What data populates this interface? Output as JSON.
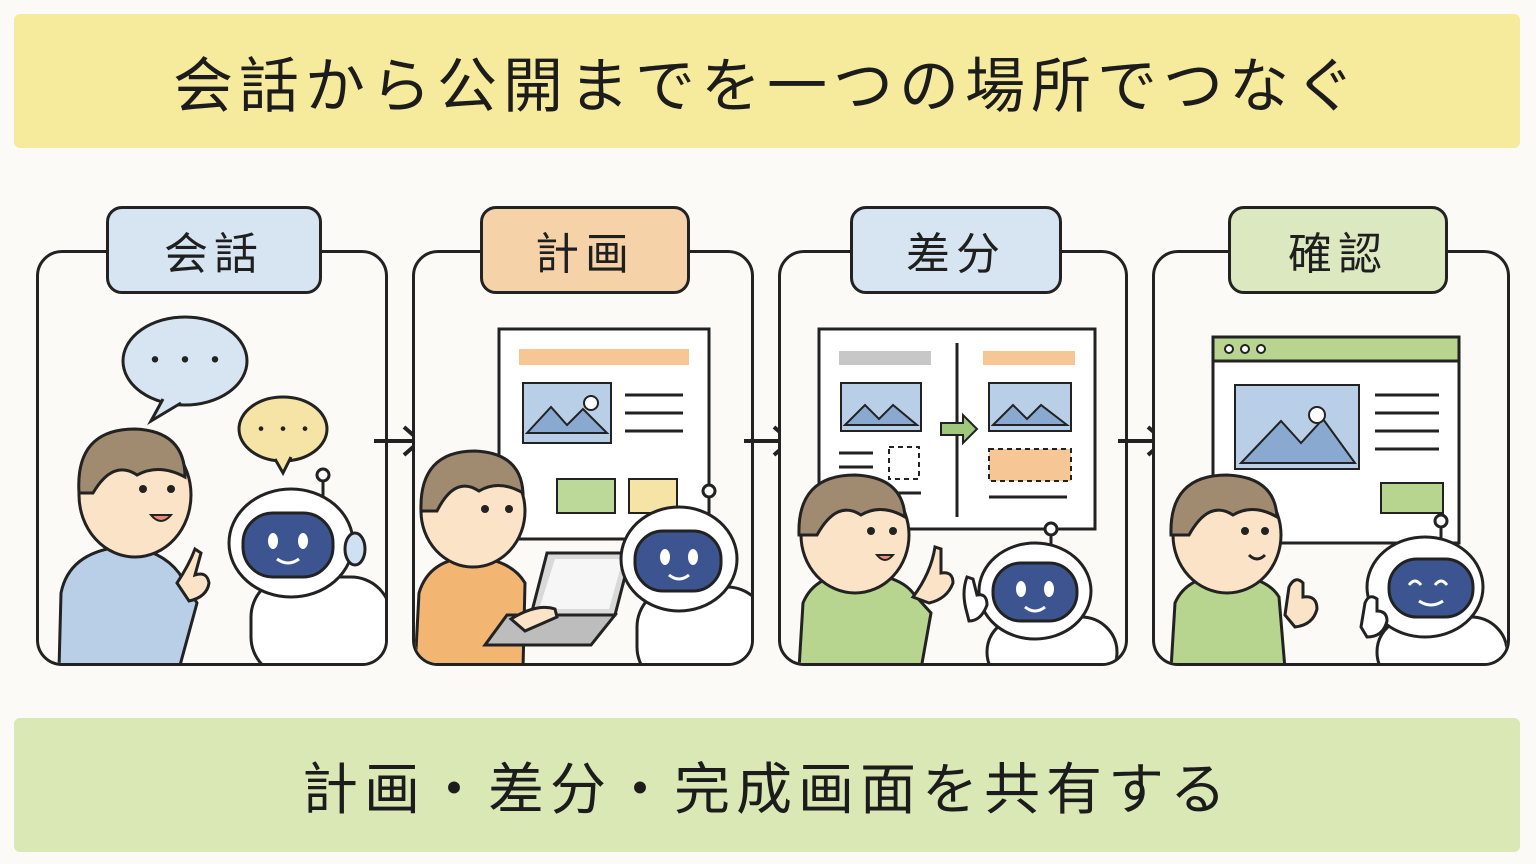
{
  "title": "会話から公開までを一つの場所でつなぐ",
  "subtitle": "計画・差分・完成画面を共有する",
  "steps": [
    {
      "label": "会話",
      "color": "#d7e5f3"
    },
    {
      "label": "計画",
      "color": "#f6d2a9"
    },
    {
      "label": "差分",
      "color": "#d7e5f3"
    },
    {
      "label": "確認",
      "color": "#dbe8c0"
    }
  ],
  "speech_bubble_text": "・・・",
  "colors": {
    "banner_top": "#f6ea9c",
    "banner_bottom": "#d9e8b4",
    "shirt_blue": "#b9cfe8",
    "shirt_orange": "#f3b672",
    "shirt_green": "#b7d58e",
    "hair": "#a08a70",
    "robot_face": "#3c5590"
  }
}
